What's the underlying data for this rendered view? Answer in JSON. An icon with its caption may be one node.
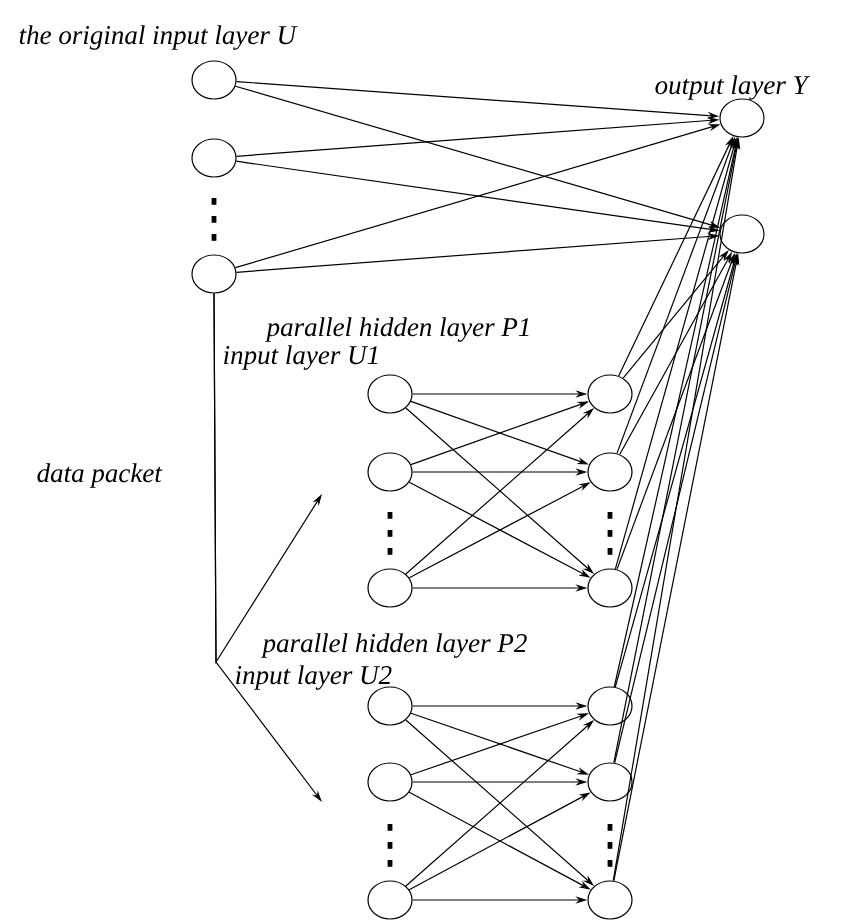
{
  "diagram": {
    "nodes": [
      {
        "text": [],
        "shape": "circle"
      },
      {
        "text": [],
        "shape": "circle"
      },
      {
        "text": [],
        "shape": "circle"
      },
      {
        "text": [],
        "shape": "circle"
      },
      {
        "text": [],
        "shape": "circle"
      },
      {
        "text": [],
        "shape": "circle"
      },
      {
        "text": [],
        "shape": "circle"
      },
      {
        "text": [],
        "shape": "circle"
      },
      {
        "text": [],
        "shape": "circle"
      },
      {
        "text": [],
        "shape": "circle"
      },
      {
        "text": [],
        "shape": "circle"
      },
      {
        "text": [],
        "shape": "circle"
      },
      {
        "text": [],
        "shape": "circle"
      },
      {
        "text": [],
        "shape": "circle"
      },
      {
        "text": [],
        "shape": "circle"
      },
      {
        "text": [],
        "shape": "circle"
      },
      {
        "text": [],
        "shape": "circle"
      }
    ],
    "edges": [
      {
        "from": 0,
        "to": 3,
        "arrow": "to"
      },
      {
        "from": 0,
        "to": 4,
        "arrow": "to"
      },
      {
        "from": 1,
        "to": 3,
        "arrow": "to"
      },
      {
        "from": 1,
        "to": 4,
        "arrow": "to"
      },
      {
        "from": 2,
        "to": 3,
        "arrow": "to"
      },
      {
        "from": 2,
        "to": 4,
        "arrow": "to"
      },
      {
        "from": 2,
        "to": null,
        "arrow": "to"
      },
      {
        "from": 2,
        "to": null,
        "arrow": "to"
      },
      {
        "from": 5,
        "to": 8,
        "arrow": "to"
      },
      {
        "from": 5,
        "to": 9,
        "arrow": "to"
      },
      {
        "from": 5,
        "to": 10,
        "arrow": "to"
      },
      {
        "from": 6,
        "to": 8,
        "arrow": "to"
      },
      {
        "from": 6,
        "to": 9,
        "arrow": "to"
      },
      {
        "from": 6,
        "to": 10,
        "arrow": "to"
      },
      {
        "from": 7,
        "to": 8,
        "arrow": "to"
      },
      {
        "from": 7,
        "to": 9,
        "arrow": "to"
      },
      {
        "from": 7,
        "to": 10,
        "arrow": "to"
      },
      {
        "from": 8,
        "to": 3,
        "arrow": "to"
      },
      {
        "from": 8,
        "to": 4,
        "arrow": "to"
      },
      {
        "from": 9,
        "to": 3,
        "arrow": "to"
      },
      {
        "from": 9,
        "to": 4,
        "arrow": "to"
      },
      {
        "from": 10,
        "to": 3,
        "arrow": "to"
      },
      {
        "from": 10,
        "to": 4,
        "arrow": "to"
      },
      {
        "from": 11,
        "to": 14,
        "arrow": "to"
      },
      {
        "from": 11,
        "to": 15,
        "arrow": "to"
      },
      {
        "from": 11,
        "to": 16,
        "arrow": "to"
      },
      {
        "from": 12,
        "to": 14,
        "arrow": "to"
      },
      {
        "from": 12,
        "to": 15,
        "arrow": "to"
      },
      {
        "from": 12,
        "to": 16,
        "arrow": "to"
      },
      {
        "from": 13,
        "to": 14,
        "arrow": "to"
      },
      {
        "from": 13,
        "to": 15,
        "arrow": "to"
      },
      {
        "from": 13,
        "to": 16,
        "arrow": "to"
      },
      {
        "from": 14,
        "to": 3,
        "arrow": "to"
      },
      {
        "from": 14,
        "to": 4,
        "arrow": "to"
      },
      {
        "from": 15,
        "to": 3,
        "arrow": "to"
      },
      {
        "from": 15,
        "to": 4,
        "arrow": "to"
      },
      {
        "from": 16,
        "to": 3,
        "arrow": "to"
      },
      {
        "from": 16,
        "to": 4,
        "arrow": "to"
      }
    ],
    "labels": [
      "the original input layer U",
      "output layer Y",
      "parallel hidden layer P1",
      "input layer U1",
      "data packet",
      "parallel hidden layer P2",
      "input layer U2"
    ]
  }
}
